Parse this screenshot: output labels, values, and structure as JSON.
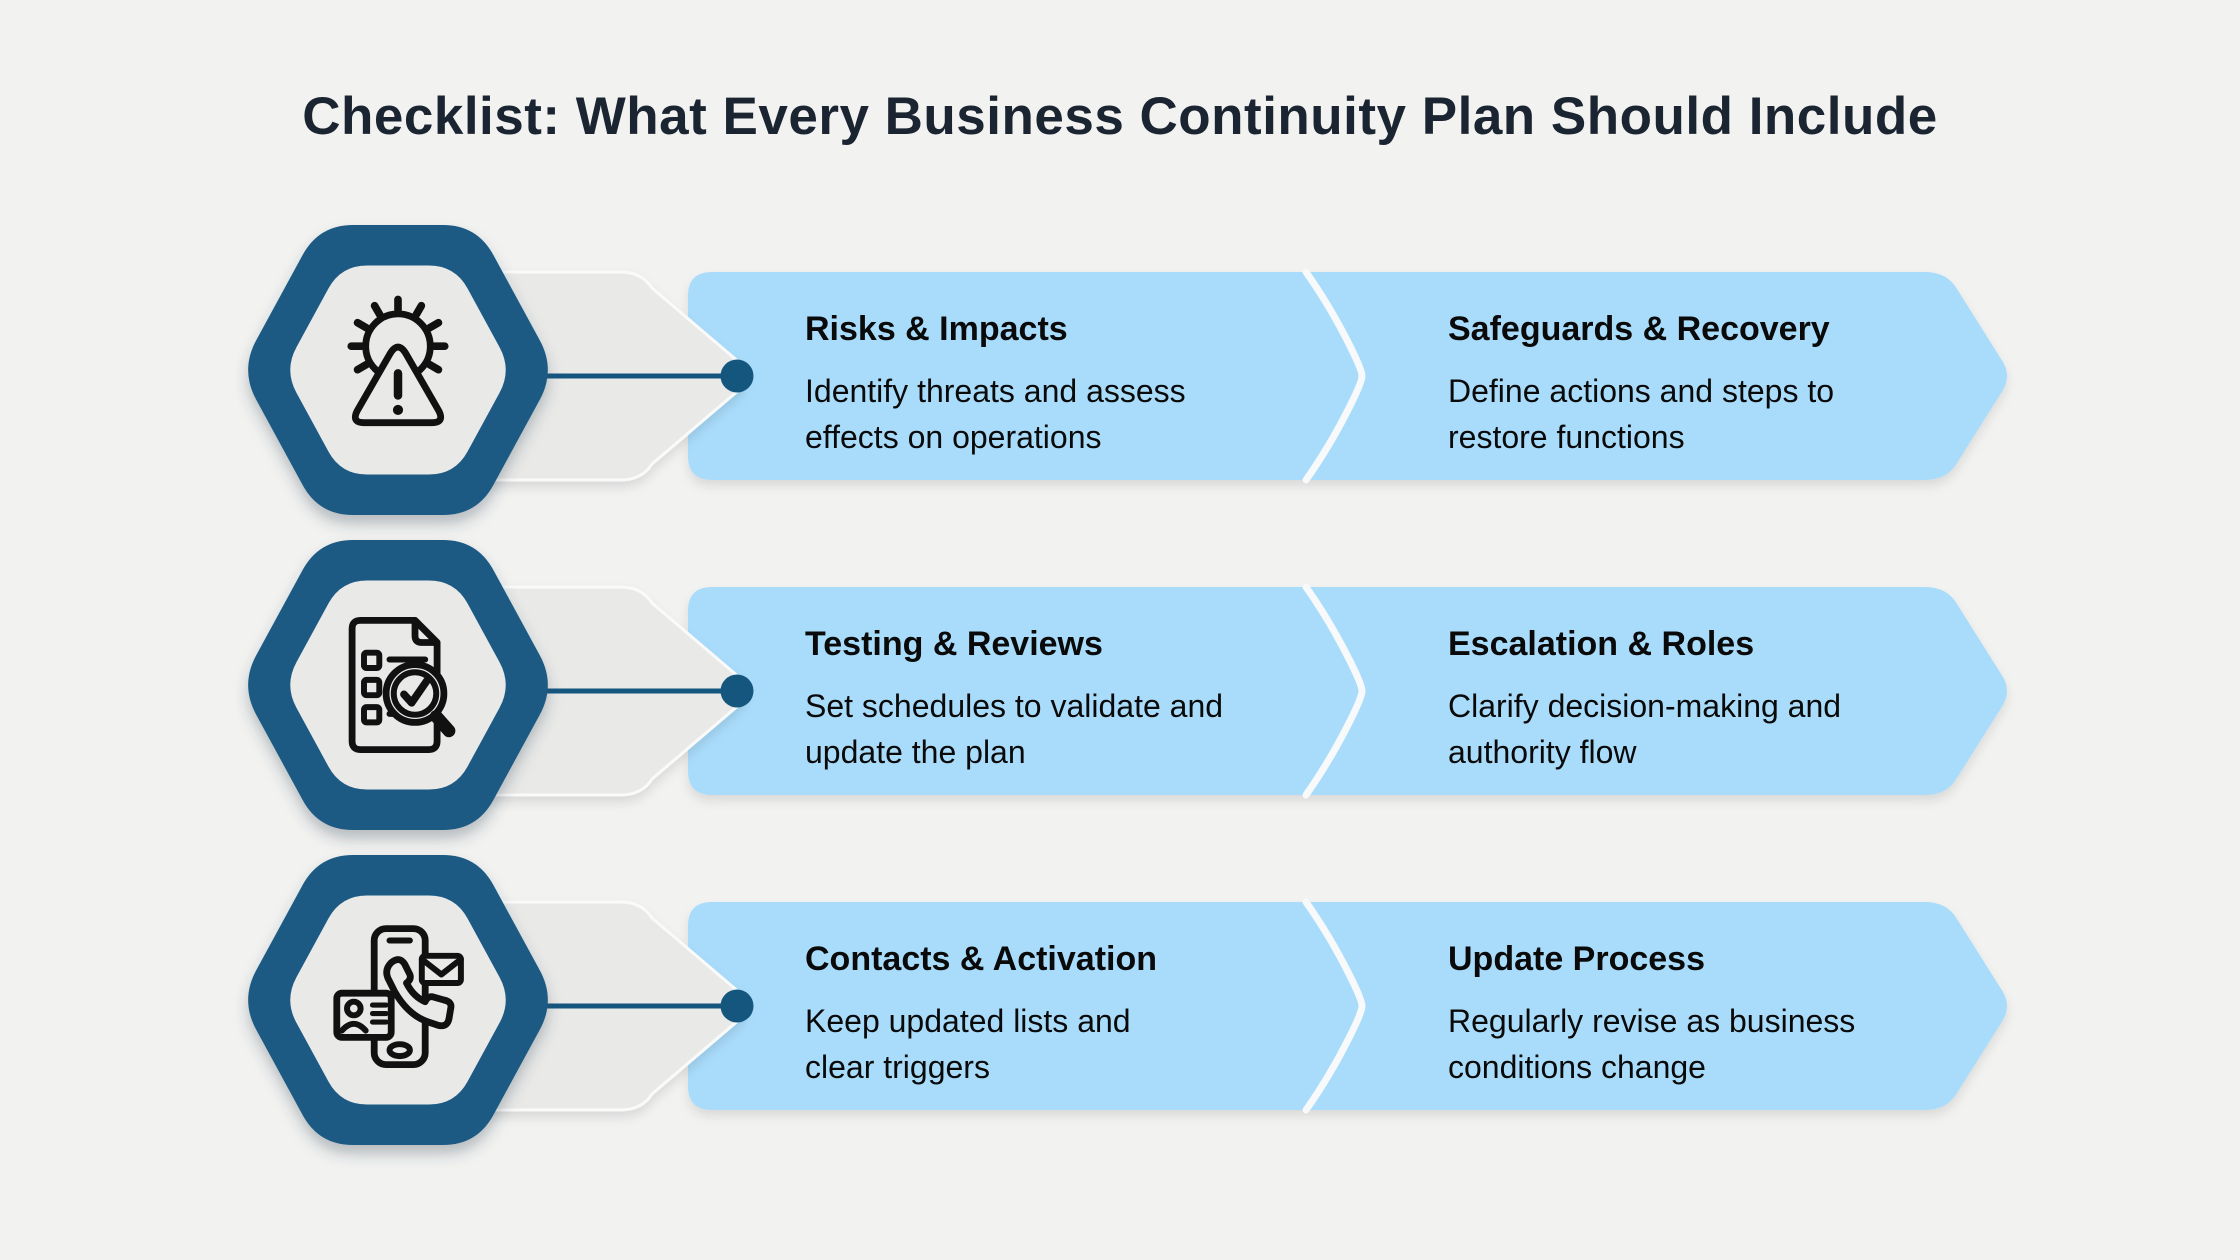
{
  "title": "Checklist: What Every Business Continuity Plan Should Include",
  "colors": {
    "background": "#f2f2f1",
    "accent_dark_blue": "#1a5a84",
    "banner_blue": "#a9dcfb",
    "hexagon_inner_gray": "#e9e9e8",
    "divider_white": "#f7f9fa",
    "icon_stroke": "#111111",
    "title_text": "#1b2532",
    "body_text": "#0a0a0a"
  },
  "rows": [
    {
      "icon": "alert-gear-warning-icon",
      "items": [
        {
          "heading": "Risks & Impacts",
          "line1": "Identify threats and assess",
          "line2": "effects on operations"
        },
        {
          "heading": "Safeguards & Recovery",
          "line1": "Define actions and steps to",
          "line2": "restore functions"
        }
      ]
    },
    {
      "icon": "checklist-magnifier-icon",
      "items": [
        {
          "heading": "Testing & Reviews",
          "line1": "Set schedules to validate and",
          "line2": "update the plan"
        },
        {
          "heading": "Escalation & Roles",
          "line1": "Clarify decision-making and",
          "line2": "authority flow"
        }
      ]
    },
    {
      "icon": "phone-contacts-icon",
      "items": [
        {
          "heading": "Contacts & Activation",
          "line1": "Keep updated lists and",
          "line2": "clear triggers"
        },
        {
          "heading": "Update Process",
          "line1": "Regularly revise as business",
          "line2": "conditions change"
        }
      ]
    }
  ]
}
